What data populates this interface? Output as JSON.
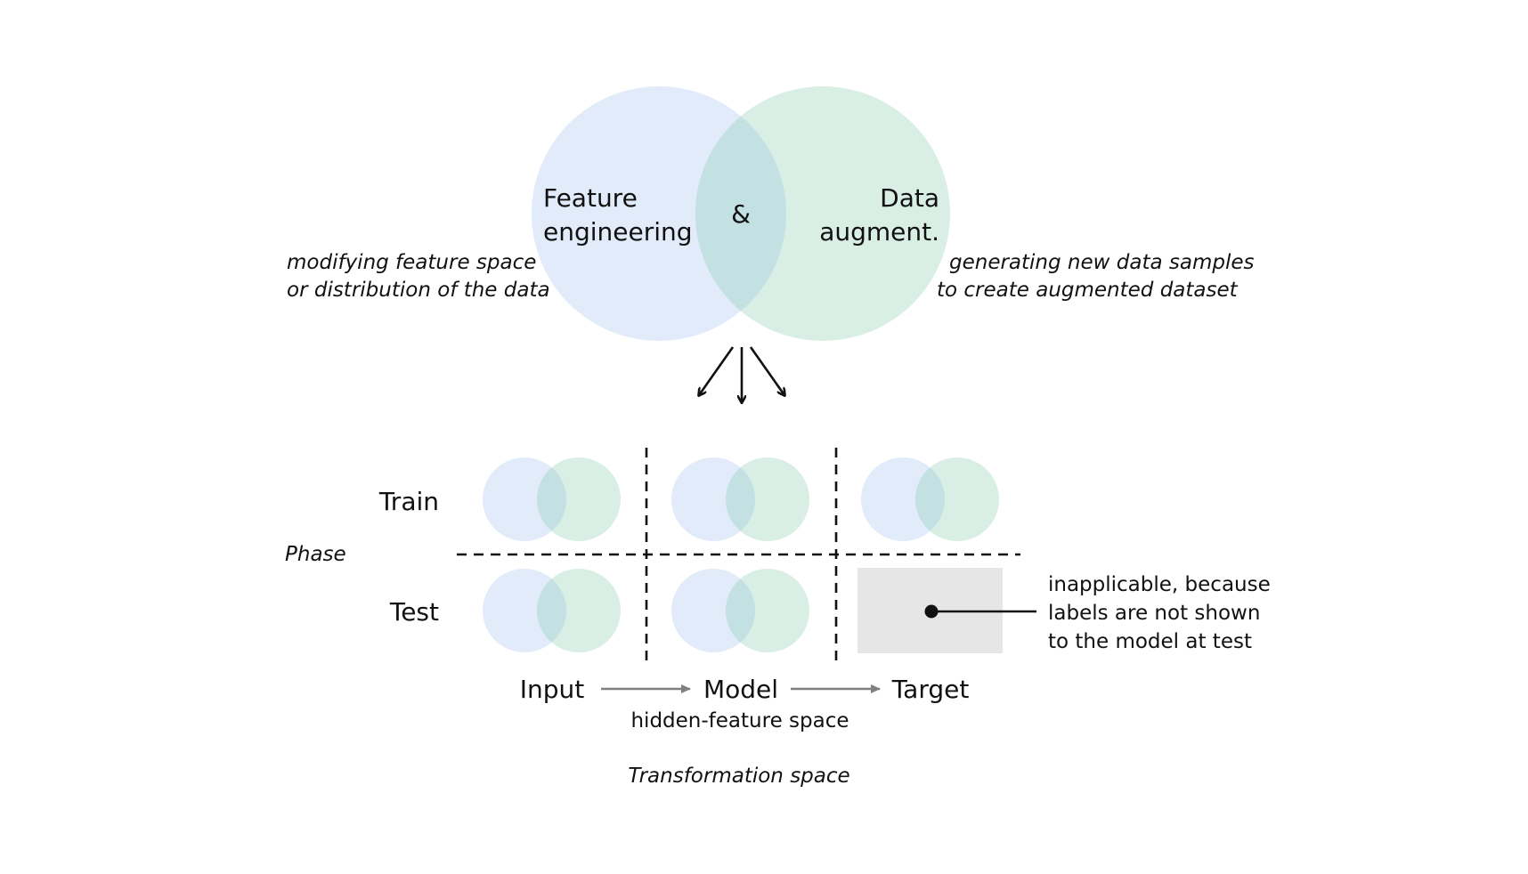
{
  "colors": {
    "feature_engineering": "#E1EBFA",
    "data_augmentation": "#D9EEE4",
    "overlap": "#C3E0E3",
    "inapplicable_box": "#E6E6E6",
    "flow_arrow": "#808080",
    "ink": "#111111"
  },
  "venn": {
    "left_label_line1": "Feature",
    "left_label_line2": "engineering",
    "center_label": "&",
    "right_label_line1": "Data",
    "right_label_line2": "augment.",
    "left_description_line1": "modifying feature space",
    "left_description_line2": "or distribution of the data",
    "right_description_line1": "generating new data samples",
    "right_description_line2": "to create augmented dataset"
  },
  "grid": {
    "phase_axis_label": "Phase",
    "rows": [
      {
        "label": "Train",
        "cells": [
          "venn",
          "venn",
          "venn"
        ]
      },
      {
        "label": "Test",
        "cells": [
          "venn",
          "venn",
          "inapplicable"
        ]
      }
    ],
    "columns": [
      "Input",
      "Model",
      "Target"
    ],
    "model_sublabel": "hidden-feature space",
    "transformation_axis_label": "Transformation space",
    "inapplicable_note_line1": "inapplicable, because",
    "inapplicable_note_line2": "labels are not shown",
    "inapplicable_note_line3": "to the model at test"
  }
}
